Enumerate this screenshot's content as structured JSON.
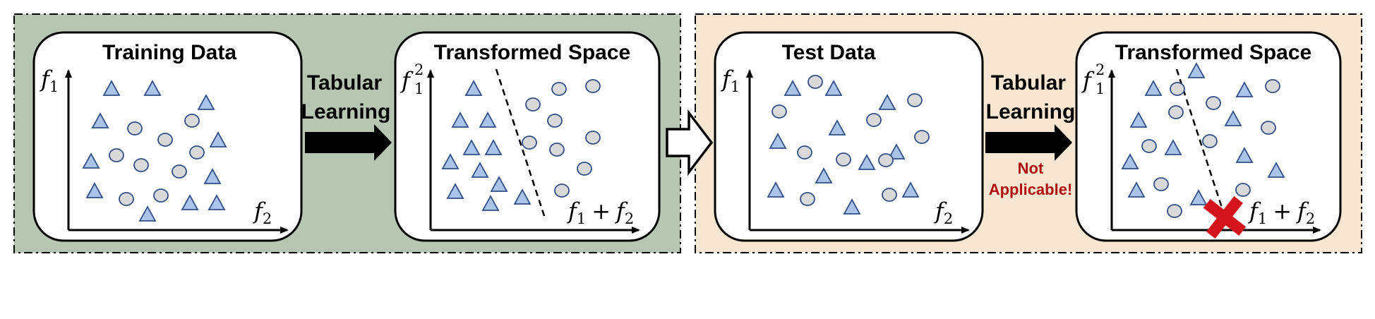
{
  "colors": {
    "training_section_bg": "#b6c6b2",
    "test_section_bg": "#f7e6d2",
    "triangle_fill": "#a9c4e6",
    "circle_fill": "#d9d9d9",
    "marker_stroke": "#2f4f86",
    "cross_fill": "#d4141c",
    "warning_text": "#b01010"
  },
  "sections": {
    "training": {
      "panels": {
        "training_data": {
          "title": "Training Data"
        },
        "transformed_space": {
          "title": "Transformed Space"
        }
      },
      "arrow": {
        "label_line1": "Tabular",
        "label_line2": "Learning"
      }
    },
    "test": {
      "panels": {
        "test_data": {
          "title": "Test Data"
        },
        "transformed_space": {
          "title": "Transformed Space"
        }
      },
      "arrow": {
        "label_line1": "Tabular",
        "label_line2": "Learning",
        "warning_line1": "Not",
        "warning_line2": "Applicable!"
      }
    }
  },
  "axes": {
    "f": "f",
    "sub1": "1",
    "sub2": "2",
    "sup2": "2",
    "plus": "+"
  },
  "icons": {
    "block_arrow": "block-arrow-icon",
    "hollow_arrow": "hollow-arrow-icon",
    "cross": "red-cross-icon"
  }
}
